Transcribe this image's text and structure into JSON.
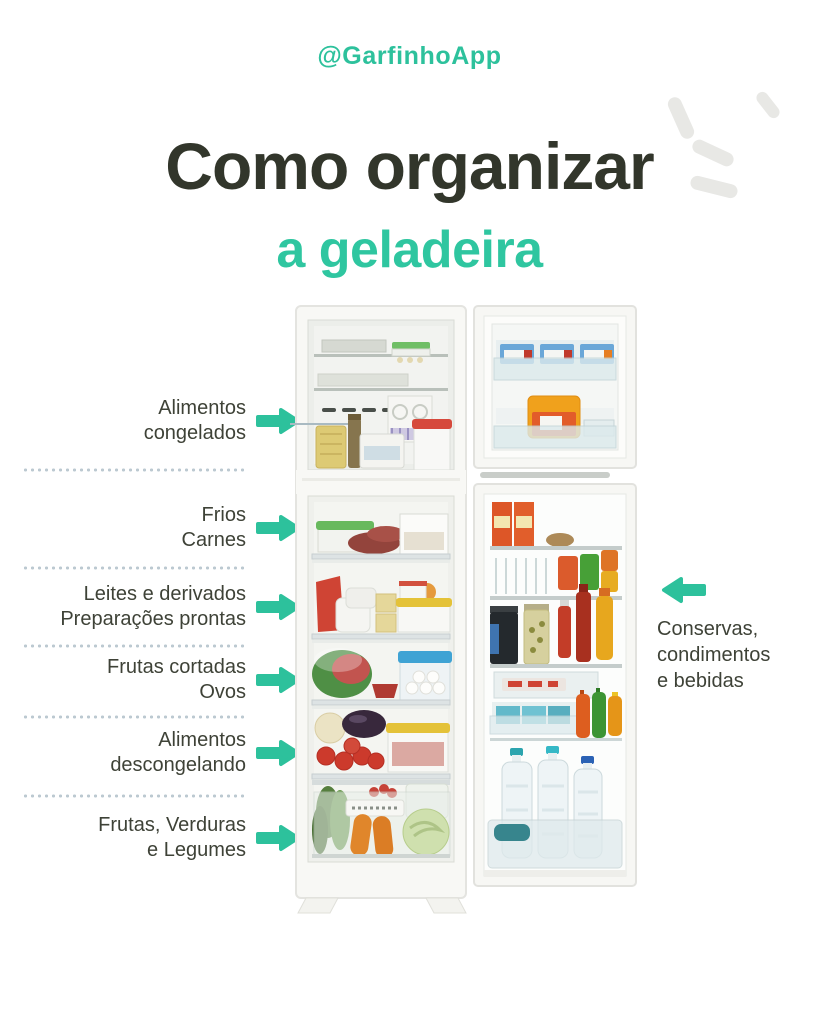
{
  "header": {
    "handle": "@GarfinhoApp",
    "title_line1": "Como organizar",
    "title_line2": "a geladeira"
  },
  "colors": {
    "accent_teal": "#2dc19c",
    "title_dark": "#32362b",
    "label_text": "#3e4237",
    "dotted_separator": "#bcc9d1",
    "rays_gray": "#e8e8e5"
  },
  "left_labels": [
    {
      "lines": [
        "Alimentos",
        "congelados"
      ]
    },
    {
      "lines": [
        "Frios",
        "Carnes"
      ]
    },
    {
      "lines": [
        "Leites e derivados",
        "Preparações prontas"
      ]
    },
    {
      "lines": [
        "Frutas cortadas",
        "Ovos"
      ]
    },
    {
      "lines": [
        "Alimentos",
        "descongelando"
      ]
    },
    {
      "lines": [
        "Frutas, Verduras",
        "e Legumes"
      ]
    }
  ],
  "right_label": {
    "lines": [
      "Conservas,",
      "condimentos",
      "e bebidas"
    ]
  },
  "icons": {
    "left_arrows": "arrow-right",
    "right_arrow": "arrow-left",
    "illustration": "open-refrigerator-photo",
    "decoration": "sparkle-rays"
  }
}
